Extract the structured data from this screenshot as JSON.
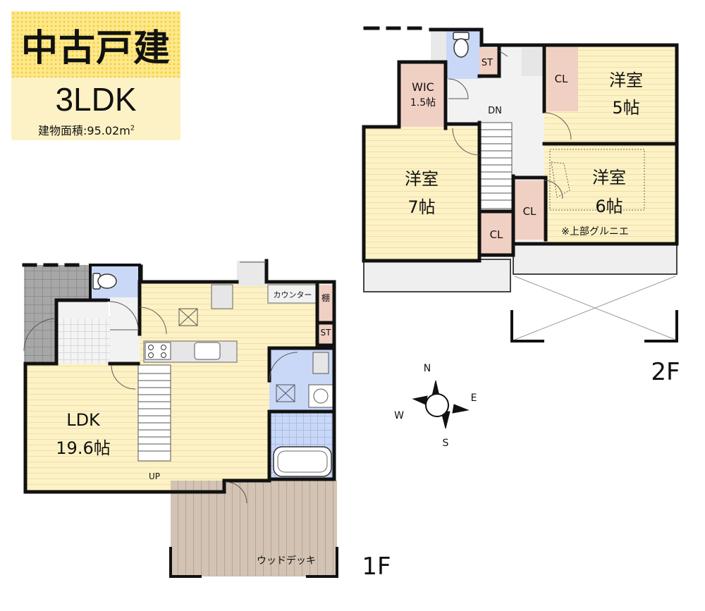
{
  "header": {
    "title": "中古戸建",
    "layout": "3LDK",
    "area_label": "建物面積:95.02m",
    "area_unit_super": "2"
  },
  "floor2": {
    "floor_label": "2F",
    "wic": "WIC",
    "wic_size": "1.5帖",
    "st": "ST",
    "dn": "DN",
    "cl": "CL",
    "room_a_name": "洋室",
    "room_a_size": "5帖",
    "room_b_name": "洋室",
    "room_b_size": "6帖",
    "room_c_name": "洋室",
    "room_c_size": "7帖",
    "note": "※上部グルニエ"
  },
  "floor1": {
    "floor_label": "1F",
    "ldk": "LDK",
    "ldk_size": "19.6帖",
    "up": "UP",
    "counter": "カウンター",
    "shelf": "棚",
    "st": "ST",
    "deck": "ウッドデッキ"
  },
  "compass": {
    "n": "N",
    "e": "E",
    "s": "S",
    "w": "W"
  },
  "colors": {
    "room_yellow": "#fdf2c6",
    "closet_pink": "#f1d0c4",
    "water_blue": "#c9d8f7",
    "hall_gray": "#f2f2f2",
    "deck_brown": "#d2c3b4",
    "wall": "#111111"
  }
}
